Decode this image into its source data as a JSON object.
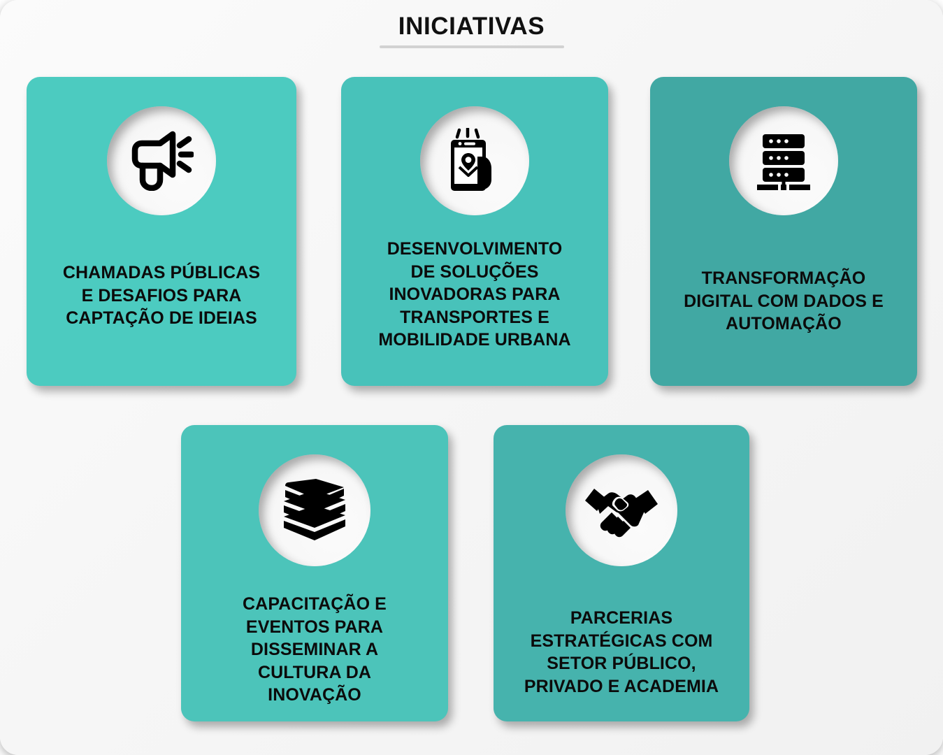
{
  "header": {
    "title": "INICIATIVAS"
  },
  "theme": {
    "background": "#f6f6f6",
    "text_color": "#0b0b0b",
    "underline_color": "#d2d2d2",
    "icon_circle_color": "#f7f7f7"
  },
  "cards": [
    {
      "id": "chamadas-publicas",
      "icon": "megaphone-icon",
      "color": "#4CCBC0",
      "label": "CHAMADAS PÚBLICAS\nE DESAFIOS PARA\nCAPTAÇÃO DE IDEIAS"
    },
    {
      "id": "desenvolvimento-solucoes",
      "icon": "mobile-location-icon",
      "color": "#48C2BA",
      "label": "DESENVOLVIMENTO\nDE SOLUÇÕES\nINOVADORAS PARA\nTRANSPORTES E\nMOBILIDADE URBANA"
    },
    {
      "id": "transformacao-digital",
      "icon": "server-stack-icon",
      "color": "#41A8A3",
      "label": "TRANSFORMAÇÃO\nDIGITAL COM DADOS E\nAUTOMAÇÃO"
    },
    {
      "id": "capacitacao-eventos",
      "icon": "books-stack-icon",
      "color": "#4CC4BA",
      "label": "CAPACITAÇÃO E\nEVENTOS PARA\nDISSEMINAR A\nCULTURA DA\nINOVAÇÃO"
    },
    {
      "id": "parcerias-estrategicas",
      "icon": "handshake-icon",
      "color": "#46B3AD",
      "label": "PARCERIAS\nESTRATÉGICAS COM\nSETOR PÚBLICO,\nPRIVADO E ACADEMIA"
    }
  ]
}
